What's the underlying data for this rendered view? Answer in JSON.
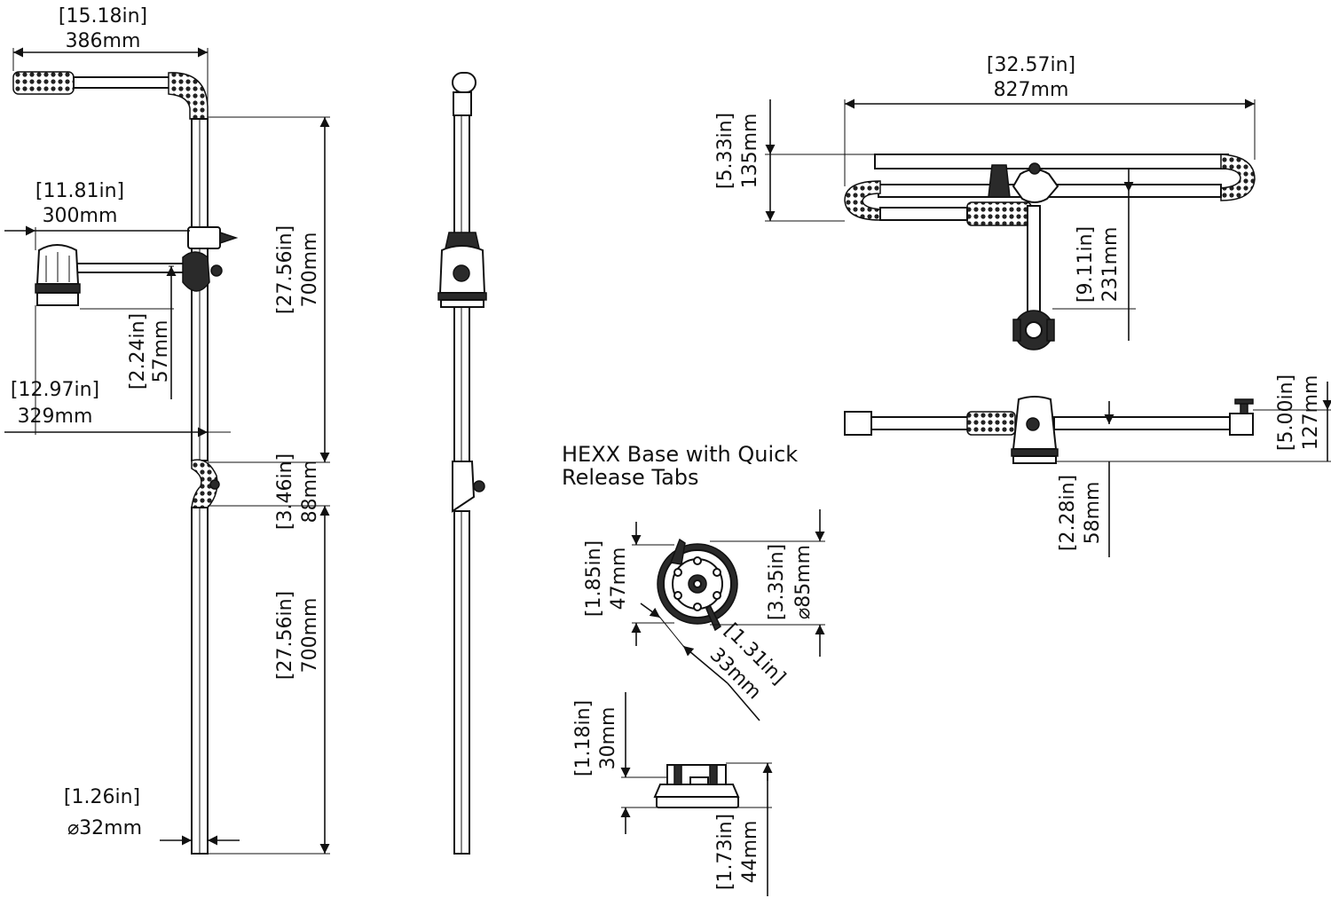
{
  "page_title": "HEXX Base with Quick Release Tabs",
  "side_view": {
    "overall_width": {
      "in": "[15.18in]",
      "mm": "386mm"
    },
    "arm_reach": {
      "in": "[11.81in]",
      "mm": "300mm"
    },
    "arm_offset": {
      "in": "[2.24in]",
      "mm": "57mm"
    },
    "base_width": {
      "in": "[12.97in]",
      "mm": "329mm"
    },
    "upper_pole": {
      "in": "[27.56in]",
      "mm": "700mm"
    },
    "joint": {
      "in": "[3.46in]",
      "mm": "88mm"
    },
    "lower_pole": {
      "in": "[27.56in]",
      "mm": "700mm"
    },
    "pole_diameter": {
      "in": "[1.26in]",
      "mm": "⌀32mm"
    }
  },
  "top_view": {
    "overall_length": {
      "in": "[32.57in]",
      "mm": "827mm"
    },
    "height": {
      "in": "[5.33in]",
      "mm": "135mm"
    },
    "drop": {
      "in": "[9.11in]",
      "mm": "231mm"
    }
  },
  "folded_view": {
    "height": {
      "in": "[5.00in]",
      "mm": "127mm"
    },
    "base_drop": {
      "in": "[2.28in]",
      "mm": "58mm"
    }
  },
  "hexx_base": {
    "title_line1": "HEXX Base with Quick",
    "title_line2": "Release Tabs",
    "hole_spacing": {
      "in": "[1.85in]",
      "mm": "47mm"
    },
    "diameter": {
      "in": "[3.35in]",
      "mm": "⌀85mm"
    },
    "tab_reach": {
      "in": "[1.31in]",
      "mm": "33mm"
    },
    "top_height": {
      "in": "[1.18in]",
      "mm": "30mm"
    },
    "base_height": {
      "in": "[1.73in]",
      "mm": "44mm"
    }
  }
}
